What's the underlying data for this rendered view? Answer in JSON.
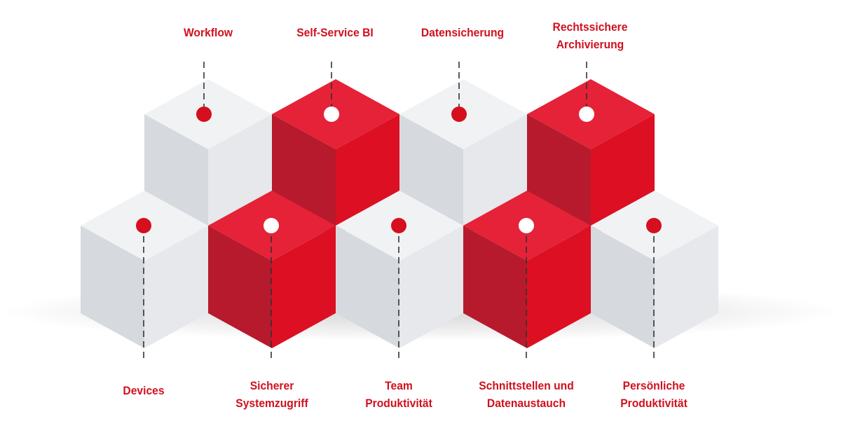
{
  "colors": {
    "accent": "#d0111f",
    "grey_top": "#f1f2f4",
    "grey_left": "#d6d9de",
    "grey_right": "#e6e8eb",
    "red_top": "#e52237",
    "red_left": "#b71a2c",
    "red_right": "#dc1022",
    "marker_red": "#d50f1e",
    "marker_white": "#ffffff",
    "line": "#333333"
  },
  "top_labels": [
    {
      "lines": [
        "Workflow"
      ],
      "color": "grey",
      "marker": "red-dot"
    },
    {
      "lines": [
        "Self-Service BI"
      ],
      "color": "red",
      "marker": "white-dot"
    },
    {
      "lines": [
        "Datensicherung"
      ],
      "color": "grey",
      "marker": "red-dot"
    },
    {
      "lines": [
        "Rechtssichere",
        "Archivierung"
      ],
      "color": "red",
      "marker": "white-dot"
    }
  ],
  "bottom_labels": [
    {
      "lines": [
        "Devices"
      ],
      "color": "grey",
      "marker": "red-dot"
    },
    {
      "lines": [
        "Sicherer",
        "Systemzugriff"
      ],
      "color": "red",
      "marker": "white-dot"
    },
    {
      "lines": [
        "Team",
        "Produktivität"
      ],
      "color": "grey",
      "marker": "red-dot"
    },
    {
      "lines": [
        "Schnittstellen und",
        "Datenaustauch"
      ],
      "color": "red",
      "marker": "white-dot"
    },
    {
      "lines": [
        "Persönliche",
        "Produktivität"
      ],
      "color": "grey",
      "marker": "red-dot"
    }
  ]
}
